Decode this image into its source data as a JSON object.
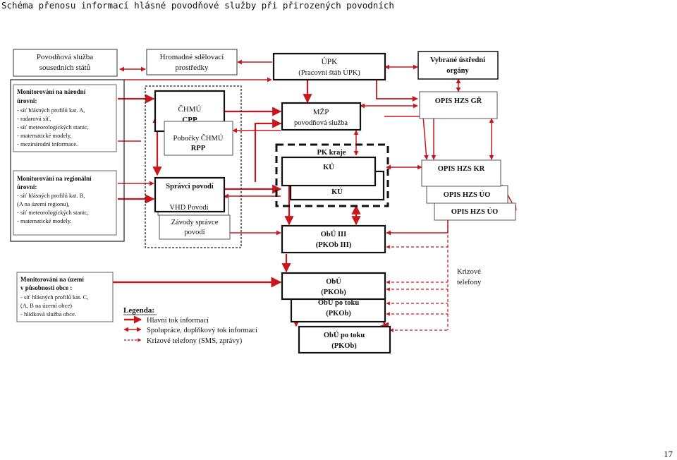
{
  "page": {
    "title": "Schéma přenosu informací hlásné povodňové služby při přirozených povodních",
    "page_number": "17"
  },
  "boxes": {
    "neighbors": [
      "Povodňová služba",
      "sousedních států"
    ],
    "media": [
      "Hromadné sdělovací",
      "prostředky"
    ],
    "upk": [
      "ÚPK",
      "(Pracovní štáb ÚPK)"
    ],
    "central": [
      "Vybrané ústřední",
      "orgány"
    ],
    "mon_national": {
      "title": [
        "Monitorování na národní",
        "úrovni:"
      ],
      "items": [
        "- síť hlásných profilů kat. A,",
        "- radarová síť,",
        "- síť meteorologických stanic,",
        "- matematické modely,",
        "- mezinárodní informace."
      ]
    },
    "chmu": [
      "ČHMÚ",
      "CPP"
    ],
    "chmu_branches": [
      "Pobočky ČHMÚ",
      "RPP"
    ],
    "mzp": [
      "MŽP",
      "povodňová služba"
    ],
    "opis_gr": "OPIS HZS GŘ",
    "pk_kraje": "PK kraje",
    "ku1": "KÚ",
    "ku2": "KÚ",
    "opis_kr": "OPIS HZS KR",
    "opis_uo1": "OPIS HZS ÚO",
    "opis_uo2": "OPIS HZS ÚO",
    "mon_regional": {
      "title": [
        "Monitorování na regionální",
        "úrovni:"
      ],
      "items": [
        "- síť hlásných profilů kat. B,",
        "  (A na území regionu),",
        "- síť meteorologických stanic,",
        "- matematické modely."
      ]
    },
    "spravci": "Správci povodí",
    "vhd": "VHD Povodí",
    "zavody": [
      "Závody správce",
      "povodí"
    ],
    "obu3": [
      "ObÚ III",
      "(PKOb III)"
    ],
    "crisis_phones": [
      "Krizové",
      "telefony"
    ],
    "mon_local": {
      "title": [
        "Monitorování na území",
        "v působnosti obce :"
      ],
      "items": [
        "- síť hlásných profilů kat. C,",
        "  (A, B na území obce)",
        "- hlídková služba obce."
      ]
    },
    "obu": [
      "ObÚ",
      "(PKOb)"
    ],
    "obu_pt1": [
      "ObÚ po toku",
      "(PKOb)"
    ],
    "obu_pt2": [
      "ObÚ po toku",
      "(PKOb)"
    ]
  },
  "legend": {
    "title": "Legenda:",
    "items": [
      "Hlavní tok informací",
      "Spolupráce, doplňkový tok informací",
      "Krizové telefony (SMS, zprávy)"
    ]
  },
  "colors": {
    "main_flow": "#c8161d",
    "cooperation": "#c8161d",
    "crisis": "#c8161d"
  }
}
